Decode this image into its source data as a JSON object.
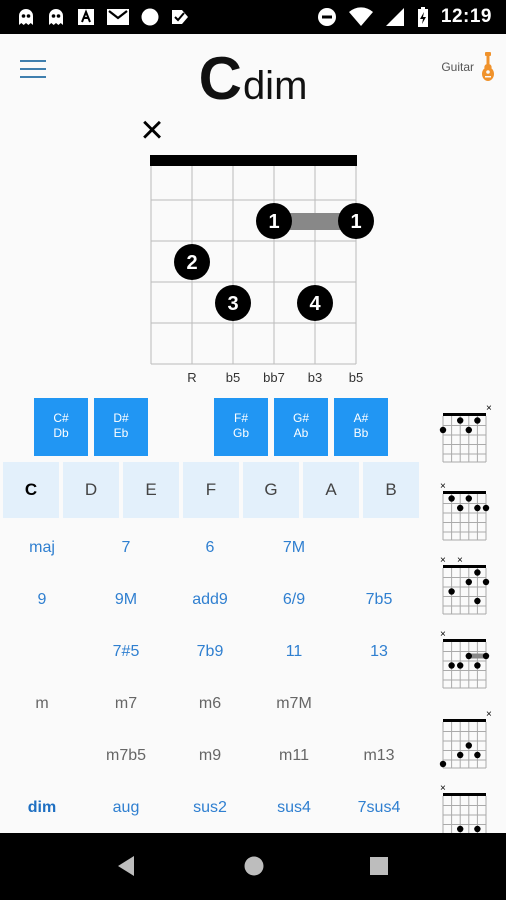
{
  "status_bar": {
    "time": "12:19",
    "left_icons": [
      "ghost-icon",
      "ghost-icon",
      "font-icon",
      "gmail-icon",
      "circle-icon",
      "check-icon"
    ],
    "right_icons": [
      "do-not-disturb-icon",
      "wifi-icon",
      "signal-icon",
      "battery-icon"
    ]
  },
  "header": {
    "root": "C",
    "quality": "dim",
    "instrument_label": "Guitar",
    "instrument_icon": "guitar-icon"
  },
  "diagram": {
    "muted_string_marker": "×",
    "interval_labels": [
      "R",
      "b5",
      "bb7",
      "b3",
      "b5"
    ],
    "fingers": [
      "1",
      "1",
      "2",
      "3",
      "4"
    ]
  },
  "notes": {
    "accidentals": [
      {
        "sharp": "C#",
        "flat": "Db"
      },
      {
        "sharp": "D#",
        "flat": "Eb"
      },
      {
        "sharp": "F#",
        "flat": "Gb"
      },
      {
        "sharp": "G#",
        "flat": "Ab"
      },
      {
        "sharp": "A#",
        "flat": "Bb"
      }
    ],
    "naturals": [
      "C",
      "D",
      "E",
      "F",
      "G",
      "A",
      "B"
    ],
    "selected": "C"
  },
  "chord_types": {
    "rows": [
      [
        "maj",
        "7",
        "6",
        "7M",
        ""
      ],
      [
        "9",
        "9M",
        "add9",
        "6/9",
        "7b5"
      ],
      [
        "",
        "7#5",
        "7b9",
        "11",
        "13"
      ],
      [
        "m",
        "m7",
        "m6",
        "m7M",
        ""
      ],
      [
        "",
        "m7b5",
        "m9",
        "m11",
        "m13"
      ],
      [
        "dim",
        "aug",
        "sus2",
        "sus4",
        "7sus4"
      ]
    ],
    "selected": "dim"
  },
  "thumb_marker": "×",
  "nav": {
    "back_icon": "back-triangle-icon",
    "home_icon": "home-circle-icon",
    "recents_icon": "recents-square-icon"
  },
  "colors": {
    "accent_blue": "#2196f3",
    "natural_bg": "#e3f0fb",
    "type_blue": "#2f7fd0",
    "guitar_orange": "#f0922b"
  }
}
